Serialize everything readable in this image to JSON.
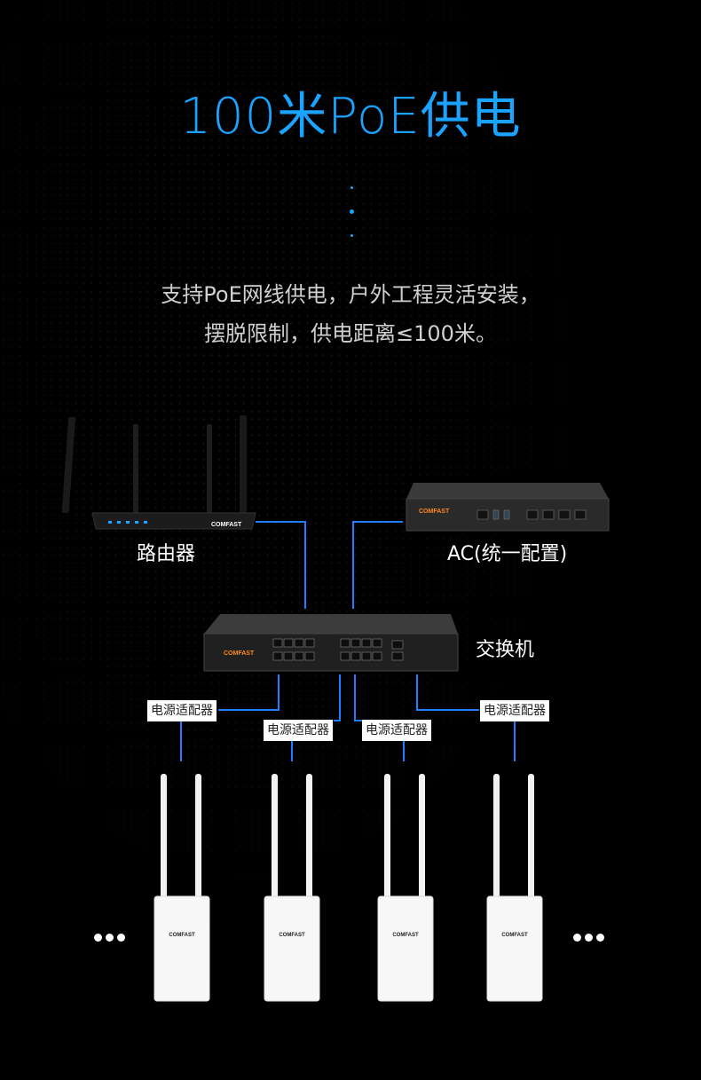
{
  "title": "100米PoE供电",
  "description": {
    "line1": "支持PoE网线供电，户外工程灵活安装，",
    "line2": "摆脱限制，供电距离≤100米。"
  },
  "devices": {
    "router": {
      "label": "路由器",
      "brand": "COMFAST"
    },
    "ac": {
      "label": "AC(统一配置)",
      "brand": "COMFAST"
    },
    "switch": {
      "label": "交换机",
      "brand": "COMFAST"
    },
    "ap_brand": "COMFAST"
  },
  "adapters": [
    "电源适配器",
    "电源适配器",
    "电源适配器",
    "电源适配器"
  ],
  "colors": {
    "accent": "#1aa3ff",
    "line": "#1d7fff"
  }
}
